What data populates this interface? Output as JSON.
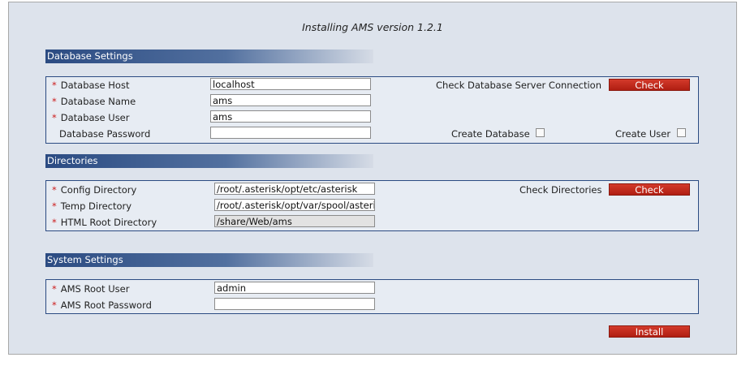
{
  "title": "Installing AMS version 1.2.1",
  "database": {
    "header": "Database Settings",
    "required_mark": "*",
    "host_label": "Database Host",
    "host_value": "localhost",
    "name_label": "Database Name",
    "name_value": "ams",
    "user_label": "Database User",
    "user_value": "ams",
    "password_label": "Database Password",
    "password_value": "",
    "check_label": "Check Database Server Connection",
    "check_button": "Check",
    "create_db_label": "Create Database",
    "create_db_checked": false,
    "create_user_label": "Create User",
    "create_user_checked": false
  },
  "directories": {
    "header": "Directories",
    "config_label": "Config Directory",
    "config_value": "/root/.asterisk/opt/etc/asterisk",
    "temp_label": "Temp Directory",
    "temp_value": "/root/.asterisk/opt/var/spool/asterisk",
    "html_label": "HTML Root Directory",
    "html_value": "/share/Web/ams",
    "check_label": "Check Directories",
    "check_button": "Check"
  },
  "system": {
    "header": "System Settings",
    "root_user_label": "AMS Root User",
    "root_user_value": "admin",
    "root_password_label": "AMS Root Password",
    "root_password_value": ""
  },
  "install_button": "Install",
  "colors": {
    "header_blue": "#2b4b82",
    "button_red": "#c0291d",
    "required_red": "#cc1b1b",
    "background": "#dde3ec"
  }
}
